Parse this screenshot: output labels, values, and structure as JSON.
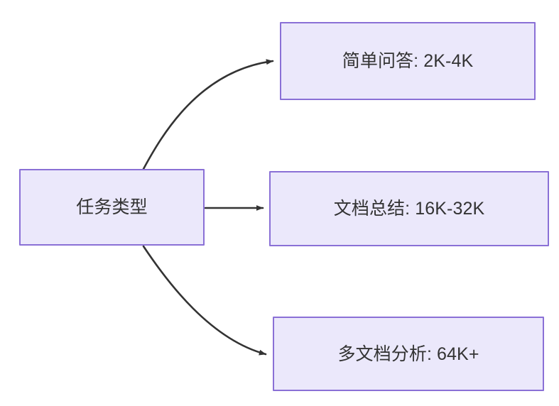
{
  "diagram": {
    "type": "flowchart",
    "direction": "left-to-right",
    "background_color": "#ffffff",
    "node_fill_color": "#ebe8fb",
    "node_border_color": "#8a70d6",
    "node_text_color": "#333333",
    "edge_color": "#333333",
    "source_node": {
      "id": "task-type",
      "label": "任务类型"
    },
    "target_nodes": [
      {
        "id": "simple-qa",
        "label": "简单问答: 2K-4K",
        "task": "简单问答",
        "token_range": "2K-4K"
      },
      {
        "id": "doc-summary",
        "label": "文档总结: 16K-32K",
        "task": "文档总结",
        "token_range": "16K-32K"
      },
      {
        "id": "multi-doc-analysis",
        "label": "多文档分析: 64K+",
        "task": "多文档分析",
        "token_range": "64K+"
      }
    ],
    "edges": [
      {
        "id": "edge-to-simple-qa",
        "from": "task-type",
        "to": "simple-qa",
        "style": "curved",
        "arrowhead": "filled-triangle"
      },
      {
        "id": "edge-to-doc-summary",
        "from": "task-type",
        "to": "doc-summary",
        "style": "straight",
        "arrowhead": "filled-triangle"
      },
      {
        "id": "edge-to-multi-doc-analysis",
        "from": "task-type",
        "to": "multi-doc-analysis",
        "style": "curved",
        "arrowhead": "filled-triangle"
      }
    ]
  }
}
